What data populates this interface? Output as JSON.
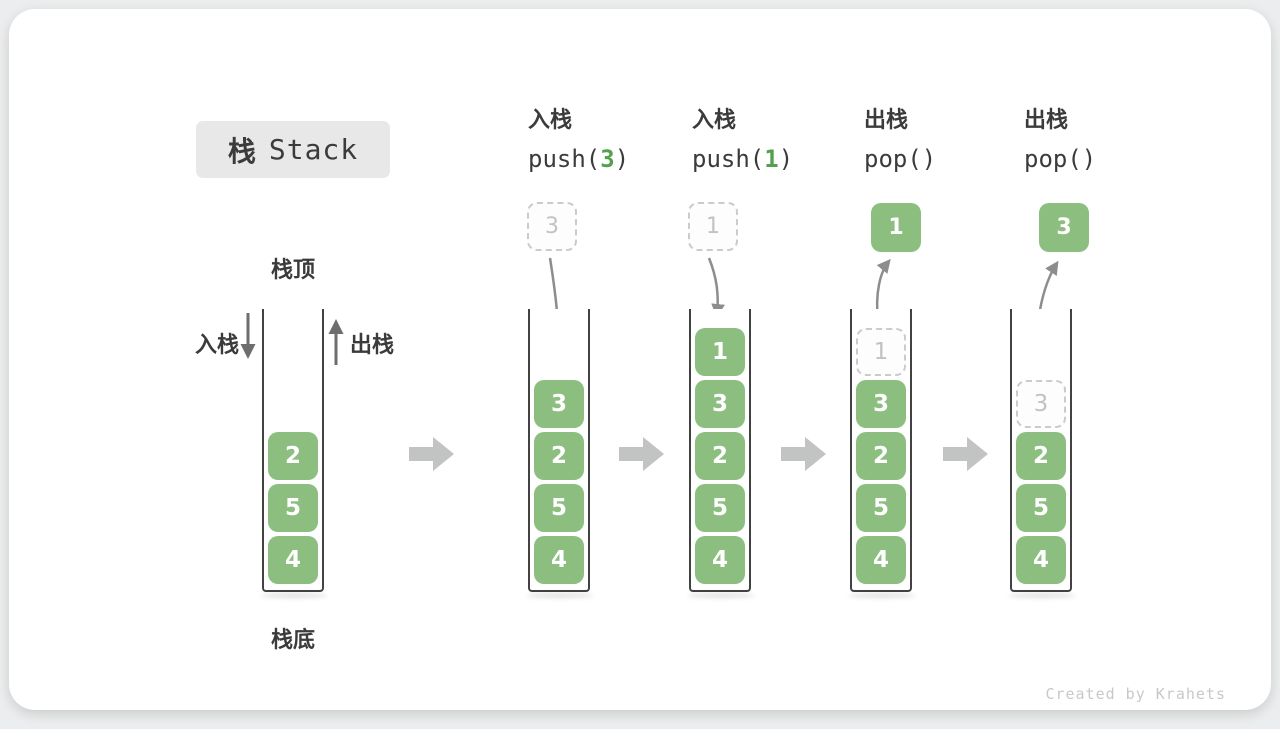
{
  "title": {
    "zh": "栈",
    "en": "Stack"
  },
  "side_labels": {
    "top": "栈顶",
    "bottom": "栈底",
    "push": "入栈",
    "pop": "出栈"
  },
  "watermark": "Created by Krahets",
  "colors": {
    "block": "#8cbe80",
    "code_digit": "#55a04f",
    "text_dark": "#3b3b3b",
    "wall": "#424242",
    "arrow_thin": "#8d8d8d",
    "arrow_side": "#6e6e6e",
    "arrow_block": "#c2c3c3",
    "ghost_border": "#cbcbcb",
    "ghost_text": "#c2c2c2",
    "title_bg": "#e8e8e8",
    "watermark": "#c7c9c9"
  },
  "stacks": [
    {
      "blocks": [
        {
          "v": "2"
        },
        {
          "v": "5"
        },
        {
          "v": "4"
        }
      ]
    },
    {
      "op": "入栈",
      "code_pre": "push(",
      "code_arg": "3",
      "code_post": ")",
      "float": {
        "v": "3",
        "style": "dashed"
      },
      "blocks": [
        {
          "v": "3"
        },
        {
          "v": "2"
        },
        {
          "v": "5"
        },
        {
          "v": "4"
        }
      ]
    },
    {
      "op": "入栈",
      "code_pre": "push(",
      "code_arg": "1",
      "code_post": ")",
      "float": {
        "v": "1",
        "style": "dashed"
      },
      "blocks": [
        {
          "v": "1"
        },
        {
          "v": "3"
        },
        {
          "v": "2"
        },
        {
          "v": "5"
        },
        {
          "v": "4"
        }
      ]
    },
    {
      "op": "出栈",
      "code_pre": "pop(",
      "code_arg": "",
      "code_post": ")",
      "float": {
        "v": "1",
        "style": "solid"
      },
      "blocks": [
        {
          "v": "1",
          "ghost": true
        },
        {
          "v": "3"
        },
        {
          "v": "2"
        },
        {
          "v": "5"
        },
        {
          "v": "4"
        }
      ]
    },
    {
      "op": "出栈",
      "code_pre": "pop(",
      "code_arg": "",
      "code_post": ")",
      "float": {
        "v": "3",
        "style": "solid"
      },
      "blocks": [
        {
          "v": "3",
          "ghost": true
        },
        {
          "v": "2"
        },
        {
          "v": "5"
        },
        {
          "v": "4"
        }
      ]
    }
  ]
}
